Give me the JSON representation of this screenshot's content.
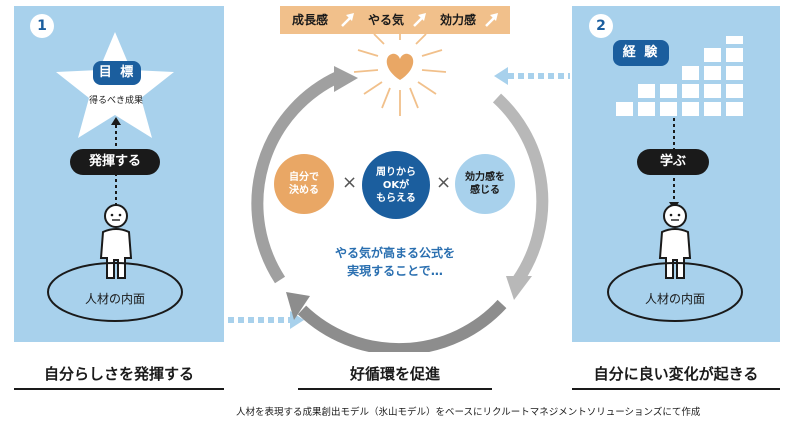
{
  "left_panel": {
    "number": "1",
    "goal_title": "目 標",
    "goal_subtitle": "得るべき成果",
    "action_pill": "発揮する",
    "base_label": "人材の内面"
  },
  "right_panel": {
    "number": "2",
    "exp_title": "経 験",
    "action_pill": "学ぶ",
    "base_label": "人材の内面"
  },
  "center": {
    "banner_items": [
      "成長感",
      "やる気",
      "効力感"
    ],
    "circles": [
      {
        "label": "自分で\n決める",
        "color": "#e9a765"
      },
      {
        "label": "周りから\nOKが\nもらえる",
        "color": "#1b5e9e"
      },
      {
        "label": "効力感を\n感じる",
        "color": "#a8d1ec"
      }
    ],
    "operator": "×",
    "formula_line1": "やる気が高まる公式を",
    "formula_line2": "実現することで…"
  },
  "bottom_labels": {
    "left": "自分らしさを発揮する",
    "center": "好循環を促進",
    "right": "自分に良い変化が起きる"
  },
  "footnote": "人材を表現する成果創出モデル（氷山モデル）をベースにリクルートマネジメントソリューションズにて作成",
  "colors": {
    "panel_blue": "#a8d1ec",
    "dark_blue": "#1b5e9e",
    "orange": "#e9a765",
    "banner_orange": "#f1c08b",
    "cycle_gray": "#9a9a9a"
  },
  "icons": [
    "star-icon",
    "person-icon",
    "heart-icon",
    "arrow-up-icon",
    "staircase-blocks-icon",
    "cycle-arrow-icon"
  ]
}
